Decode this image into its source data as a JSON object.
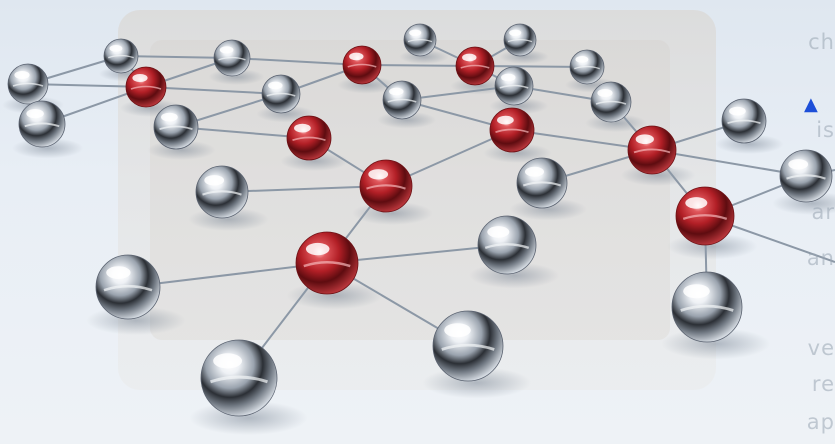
{
  "image": {
    "description_free": true,
    "colors": {
      "background": "#e4ebf3",
      "red_node": "#c0282e",
      "silver_node": "#b9c1cc",
      "link": "#8c98a6",
      "arrow_mark": "#1d4fd8"
    }
  },
  "network": {
    "node_types": [
      "red",
      "silver"
    ],
    "node_count": 30,
    "red_node_count": 9,
    "silver_node_count": 21,
    "link_count": 37
  },
  "edge_text": [
    "ch",
    "is",
    "ar",
    "an",
    "ve",
    "re",
    "ap"
  ],
  "mark_icon": "navigation-arrow-icon"
}
